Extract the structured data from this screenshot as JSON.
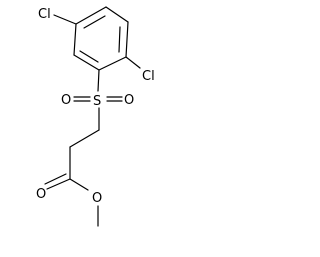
{
  "molecule": {
    "atoms": {
      "cl_top": "Cl",
      "cl_right": "Cl",
      "s": "S",
      "o_left": "O",
      "o_right": "O",
      "o_carbonyl": "O",
      "o_ester": "O"
    }
  }
}
